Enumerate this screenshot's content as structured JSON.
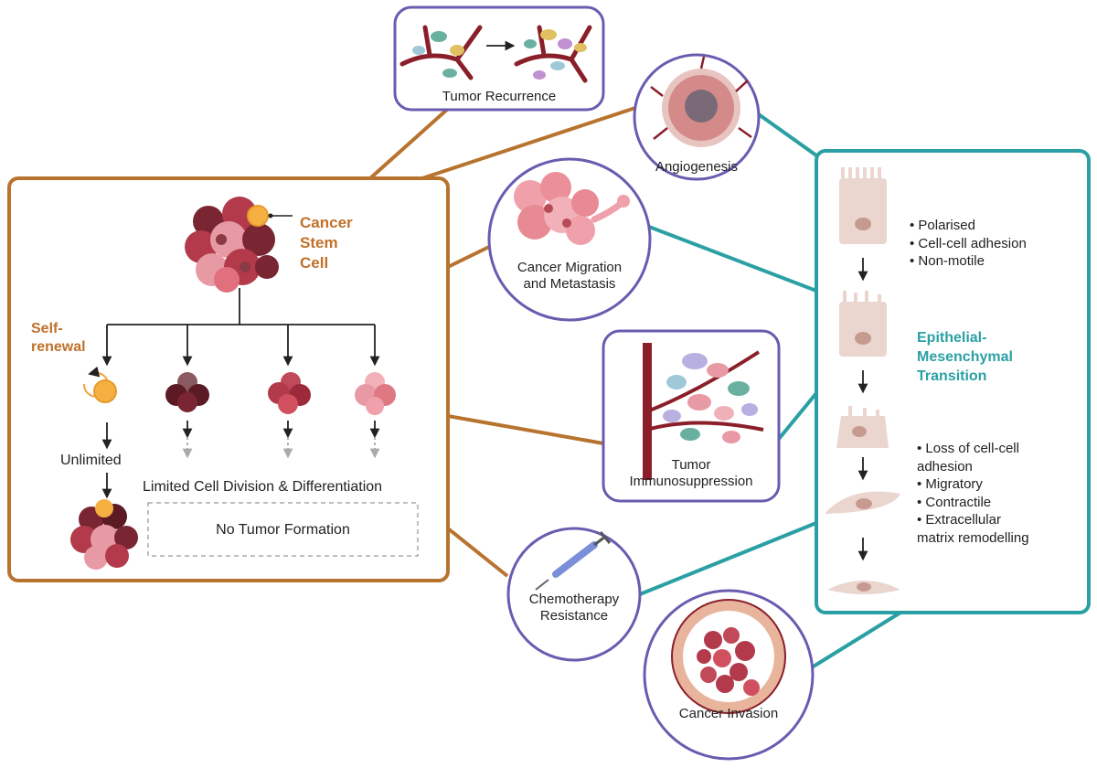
{
  "colors": {
    "orange_accent": "#b8732e",
    "teal_accent": "#2ba0a4",
    "purple_circle": "#6b5bb0",
    "cell_dark": "#7a2632",
    "cell_red": "#b23a4a",
    "cell_pink": "#e79aa4",
    "stem_cell": "#f5b041",
    "epithelial_cell": "#ead6cf",
    "vessel": "#8a1f2a"
  },
  "left_panel": {
    "cancer_stem_cell": [
      "Cancer",
      "Stem",
      "Cell"
    ],
    "self_renewal": [
      "Self-",
      "renewal"
    ],
    "unlimited": "Unlimited",
    "limited": "Limited Cell Division & Differentiation",
    "no_tumor": "No Tumor Formation"
  },
  "hallmarks": {
    "tumor_recurrence": "Tumor Recurrence",
    "angiogenesis": "Angiogenesis",
    "migration": [
      "Cancer Migration",
      "and Metastasis"
    ],
    "immunosuppression": [
      "Tumor",
      "Immunosuppression"
    ],
    "chemo": [
      "Chemotherapy",
      "Resistance"
    ],
    "invasion": "Cancer Invasion"
  },
  "emt_panel": {
    "epithelial_traits": [
      "• Polarised",
      "• Cell-cell adhesion",
      "• Non-motile"
    ],
    "title": [
      "Epithelial-",
      "Mesenchymal",
      "Transition"
    ],
    "mesenchymal_traits": [
      "• Loss of cell-cell",
      "adhesion",
      "• Migratory",
      "• Contractile",
      "• Extracellular",
      "matrix remodelling"
    ]
  }
}
